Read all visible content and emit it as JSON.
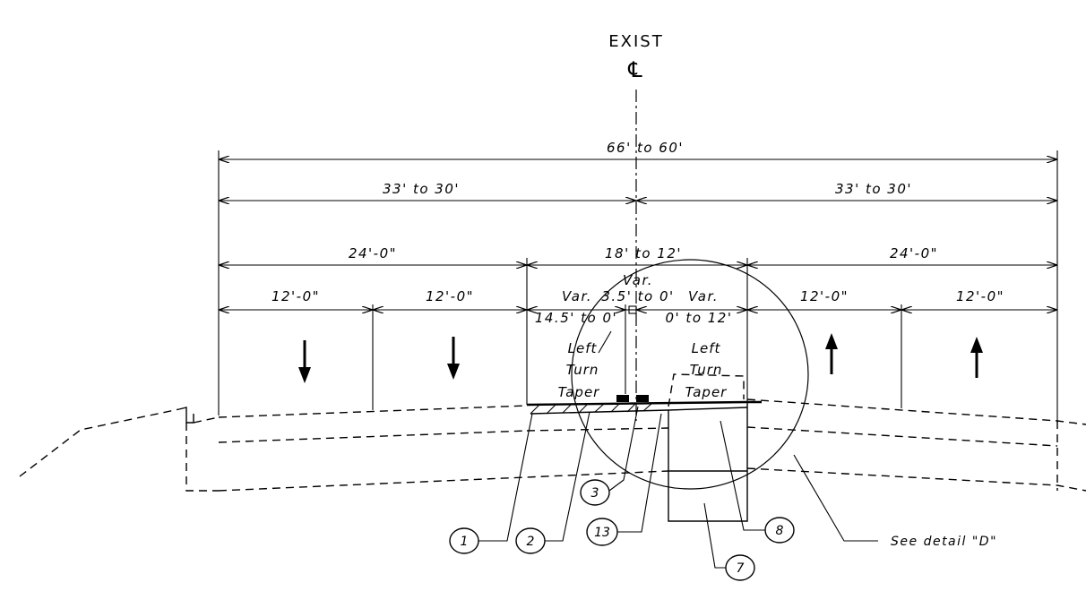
{
  "header": {
    "exist": "EXIST",
    "centerline": "℄"
  },
  "dimensions": {
    "overall": "66' to 60'",
    "half_left": "33' to 30'",
    "half_right": "33' to 30'",
    "roadway_left": "24'-0\"",
    "median": "18' to 12'",
    "roadway_right": "24'-0\"",
    "lane1": "12'-0\"",
    "lane2": "12'-0\"",
    "var_left_a": "Var.",
    "var_left_b": "14.5' to 0'",
    "var_center_a": "Var.",
    "var_center_b": "3.5' to 0'",
    "var_right_a": "Var.",
    "var_right_b": "0' to 12'",
    "lane3": "12'-0\"",
    "lane4": "12'-0\""
  },
  "taper_left": {
    "line1": "Left",
    "line2": "Turn",
    "line3": "Taper"
  },
  "taper_right": {
    "line1": "Left",
    "line2": "Turn",
    "line3": "Taper"
  },
  "callouts": [
    "1",
    "2",
    "3",
    "13",
    "7",
    "8"
  ],
  "detail_note": "See detail \"D\""
}
